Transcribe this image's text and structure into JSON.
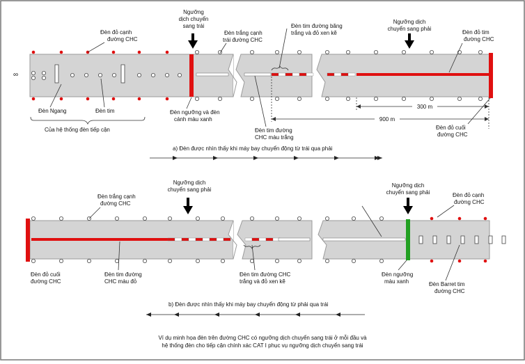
{
  "colors": {
    "runway": "#d4d4d4",
    "runway_edge": "#9a9a9a",
    "red": "#e01010",
    "green": "#22a022",
    "white_light": "#ffffff",
    "border": "#777777"
  },
  "top": {
    "labels": {
      "threshold_arrow": [
        "Ngưỡng",
        "dịch chuyển",
        "sang trái"
      ],
      "edge_red": [
        "Đèn đỏ cạnh",
        "đường CHC"
      ],
      "edge_white": [
        "Đèn trắng cạnh",
        "trái đường CHC"
      ],
      "alt_center": [
        "Đèn tim đường băng",
        "trắng và đỏ xen kẽ"
      ],
      "threshold_right": [
        "Ngưỡng dịch",
        "chuyển sang phải"
      ],
      "end_red": [
        "Đèn đỏ tim",
        "đường CHC"
      ],
      "crossbar": "Đèn Ngang",
      "center": "Đèn tim",
      "approach_system": "Của hệ thống đèn tiếp cận",
      "threshold_green": [
        "Đèn ngưỡng và đèn",
        "cánh màu xanh"
      ],
      "white_center": [
        "Đèn tim đường",
        "CHC màu trắng"
      ],
      "dist_300": "300 m",
      "dist_900": "900 m",
      "runway_end": [
        "Đèn đỏ cuối",
        "đường CHC"
      ]
    },
    "caption": "a) Đèn được nhìn thấy khi máy bay chuyển động từ trái qua phải",
    "left_glyph": "∞"
  },
  "bottom": {
    "labels": {
      "edge_white": [
        "Đèn trắng cạnh",
        "đường CHC"
      ],
      "threshold_arrow": [
        "Ngưỡng dịch",
        "chuyển sang phải"
      ],
      "threshold_right": [
        "Ngưỡng dịch",
        "chuyển sang phải"
      ],
      "edge_red": [
        "Đèn đỏ cạnh",
        "đường CHC"
      ],
      "runway_end": [
        "Đèn đỏ cuối",
        "đường CHC"
      ],
      "red_center": [
        "Đèn tim đường",
        "CHC màu đỏ"
      ],
      "alt_center": [
        "Đèn tim đường CHC",
        "trắng và đỏ xen kẽ"
      ],
      "threshold_green": [
        "Đèn ngưỡng",
        "màu xanh"
      ],
      "barrette": [
        "Đèn Barret tim",
        "đường CHC"
      ]
    },
    "caption": "b) Đèn được nhìn thấy khi máy bay chuyển động từ phải qua trái"
  },
  "footer": [
    "Ví dụ minh họa đèn trên đường CHC có ngưỡng dịch chuyển sang trái ở mỗi đầu và",
    "hệ thống đèn cho tiếp cận chính xác CAT I phục vụ ngưỡng dịch chuyển sang trái"
  ]
}
